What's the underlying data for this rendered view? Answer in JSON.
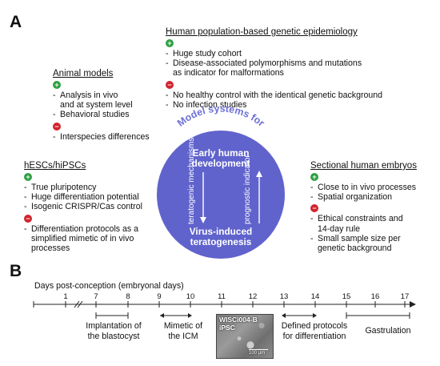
{
  "panel_a": {
    "letter": "A"
  },
  "center": {
    "arc_title": "Model systems for",
    "top": "Early human development",
    "bottom": "Virus-induced teratogenesis",
    "left_vertical": "teratogenic mechanisms",
    "right_vertical": "prognostic indicator"
  },
  "epidemiology": {
    "title": "Human population-based genetic epidemiology",
    "pros": [
      "Huge study cohort",
      "Disease-associated polymorphisms and mutations",
      "as indicator for malformations"
    ],
    "cons": [
      "No healthy control with the identical genetic background",
      "No infection studies"
    ]
  },
  "animal": {
    "title": "Animal models",
    "pros": [
      "Analysis in vivo",
      "and at system level",
      "Behavioral studies"
    ],
    "cons": [
      "Interspecies differences"
    ]
  },
  "hesc": {
    "title": "hESCs/hiPSCs",
    "pros": [
      "True pluripotency",
      "Huge differentiation potential",
      "Isogenic CRISPR/Cas control"
    ],
    "cons": [
      "Differentiation protocols as a",
      "simplified mimetic of in vivo",
      "processes"
    ]
  },
  "sectional": {
    "title": "Sectional human embryos",
    "pros": [
      "Close to in vivo processes",
      "Spatial organization"
    ],
    "cons": [
      "Ethical constraints and",
      "14-day rule",
      "Small sample size per",
      "genetic background"
    ]
  },
  "symbols": {
    "plus": "+",
    "minus": "−"
  },
  "panel_b": {
    "letter": "B",
    "axis_label": "Days post-conception (embryonal days)",
    "ticks": [
      "1",
      "7",
      "8",
      "9",
      "10",
      "11",
      "12",
      "13",
      "14",
      "15",
      "16",
      "17"
    ],
    "events": [
      {
        "line1": "Implantation of",
        "line2": "the blastocyst"
      },
      {
        "line1": "Mimetic of",
        "line2": "the ICM"
      },
      {
        "line1": "Defined protocols",
        "line2": "for differentiation"
      },
      {
        "line1": "Gastrulation",
        "line2": ""
      }
    ],
    "micrograph": {
      "line1": "WISCi004-B",
      "line2": "iPSC",
      "scale": "100 µm"
    }
  },
  "colors": {
    "circle": "#6063cc",
    "arc_text": "#6d70d6",
    "plus": "#2ea043",
    "minus": "#d1242f"
  }
}
